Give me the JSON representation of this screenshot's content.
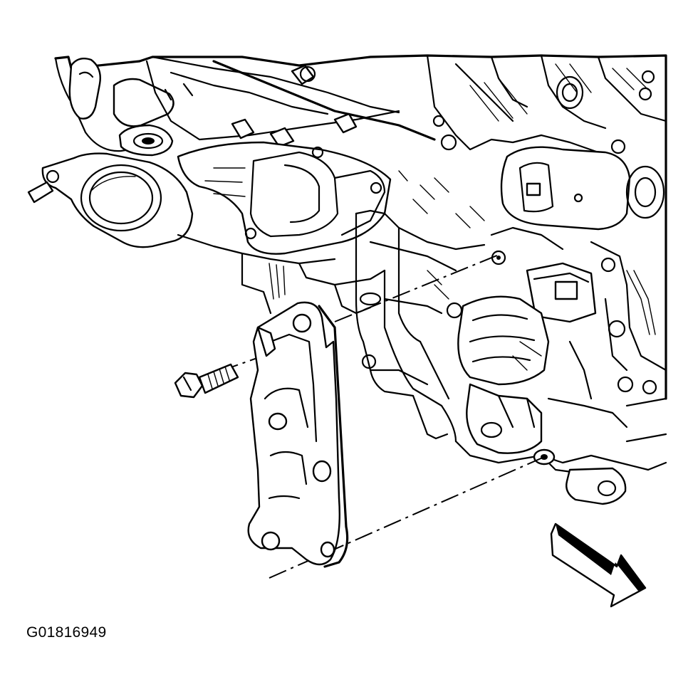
{
  "figure": {
    "id_label": "G01816949"
  },
  "parts": {
    "engine_block": "engine-block",
    "bracket": "bracket",
    "bolt": "bolt",
    "direction_arrow": "direction-arrow"
  }
}
